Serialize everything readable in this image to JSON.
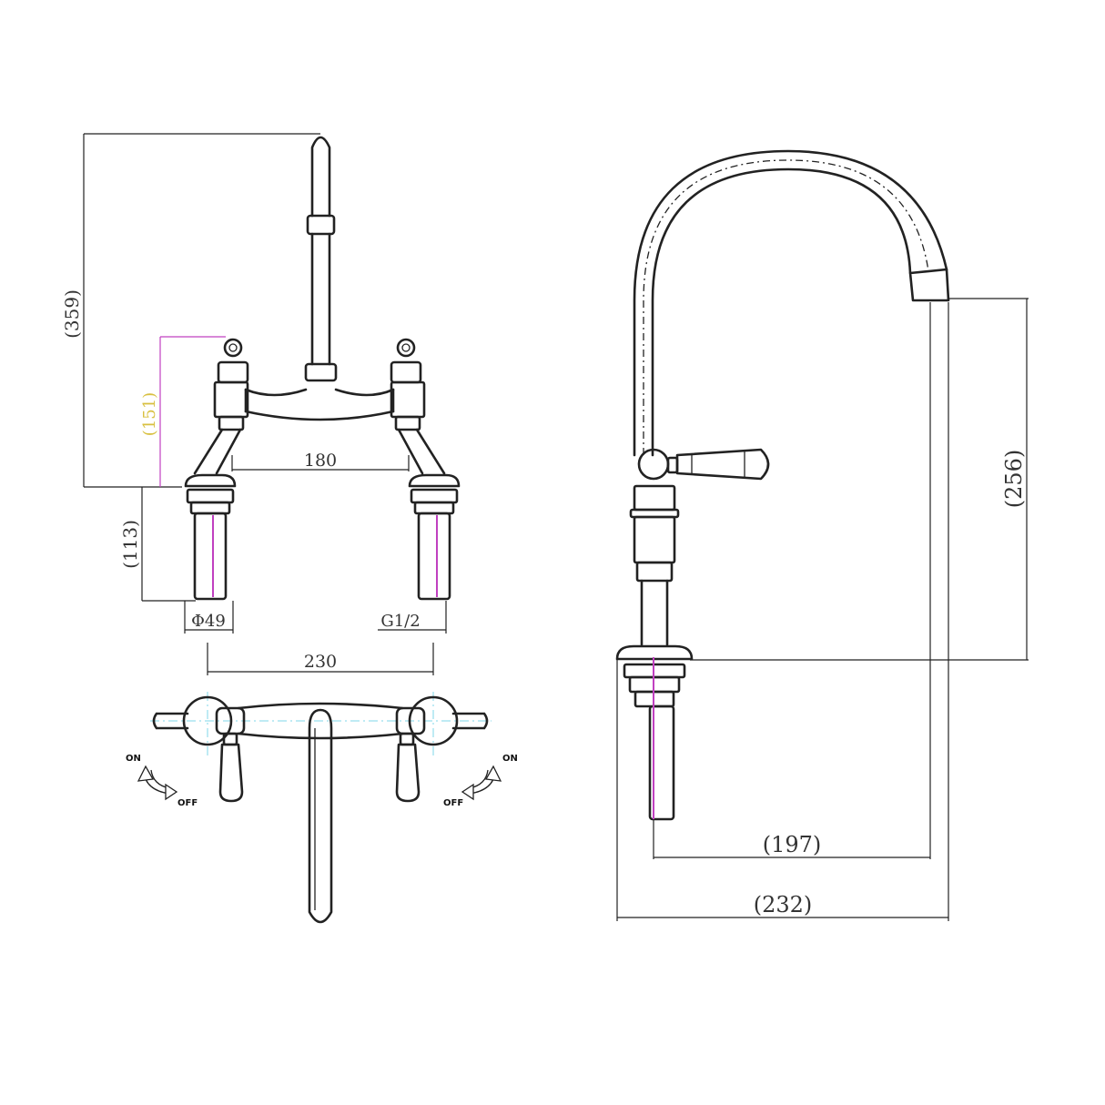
{
  "front_view": {
    "overall_height": "(359)",
    "inlet_height": "(151)",
    "tail_length": "(113)",
    "centres_body": "180",
    "centres_tails": "230",
    "flange_diameter": "Φ49",
    "thread": "G1/2"
  },
  "plan_view": {
    "left_on": "ON",
    "left_off": "OFF",
    "right_on": "ON",
    "right_off": "OFF"
  },
  "side_view": {
    "spout_height": "(256)",
    "spout_reach": "(197)",
    "overall_reach": "(232)"
  },
  "colors": {
    "line": "#222222",
    "centre_line": "#7fd7e8",
    "magenta_dim": "#c040c0",
    "yellow_dim": "#d8c040"
  }
}
